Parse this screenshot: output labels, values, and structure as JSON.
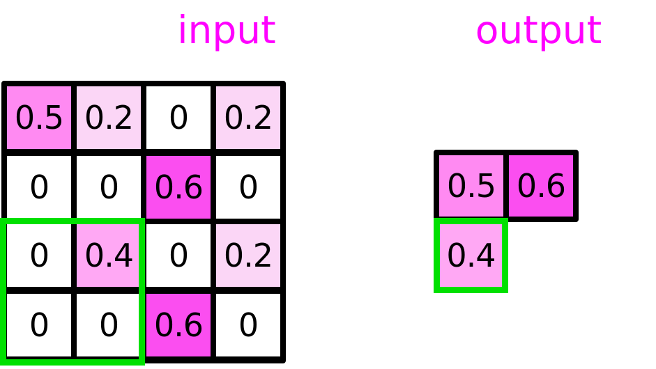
{
  "titles": {
    "input": "input",
    "output": "output",
    "color": "#ff00ff"
  },
  "palette": {
    "zero": "#ffffff",
    "v02": "#fbd6f6",
    "v04": "#ffa8f4",
    "v05": "#ff8af2",
    "v06": "#fb4ef0",
    "grid_line": "#000000",
    "highlight": "#00e000"
  },
  "input_grid": {
    "rows": 4,
    "cols": 4,
    "values": [
      [
        "0.5",
        "0.2",
        "0",
        "0.2"
      ],
      [
        "0",
        "0",
        "0.6",
        "0"
      ],
      [
        "0",
        "0.4",
        "0",
        "0.2"
      ],
      [
        "0",
        "0",
        "0.6",
        "0"
      ]
    ],
    "fills": [
      [
        "#ff8af2",
        "#fbd6f6",
        "#ffffff",
        "#fbd6f6"
      ],
      [
        "#ffffff",
        "#ffffff",
        "#fb4ef0",
        "#ffffff"
      ],
      [
        "#ffffff",
        "#ffa8f4",
        "#ffffff",
        "#fbd6f6"
      ],
      [
        "#ffffff",
        "#ffffff",
        "#fb4ef0",
        "#ffffff"
      ]
    ],
    "selection": {
      "row_start": 3,
      "row_end": 4,
      "col_start": 1,
      "col_end": 2
    }
  },
  "output_grid": {
    "top_row": {
      "values": [
        "0.5",
        "0.6"
      ],
      "fills": [
        "#ff8af2",
        "#fb4ef0"
      ]
    },
    "selected_cell": {
      "value": "0.4",
      "fill": "#ffa8f4"
    }
  }
}
